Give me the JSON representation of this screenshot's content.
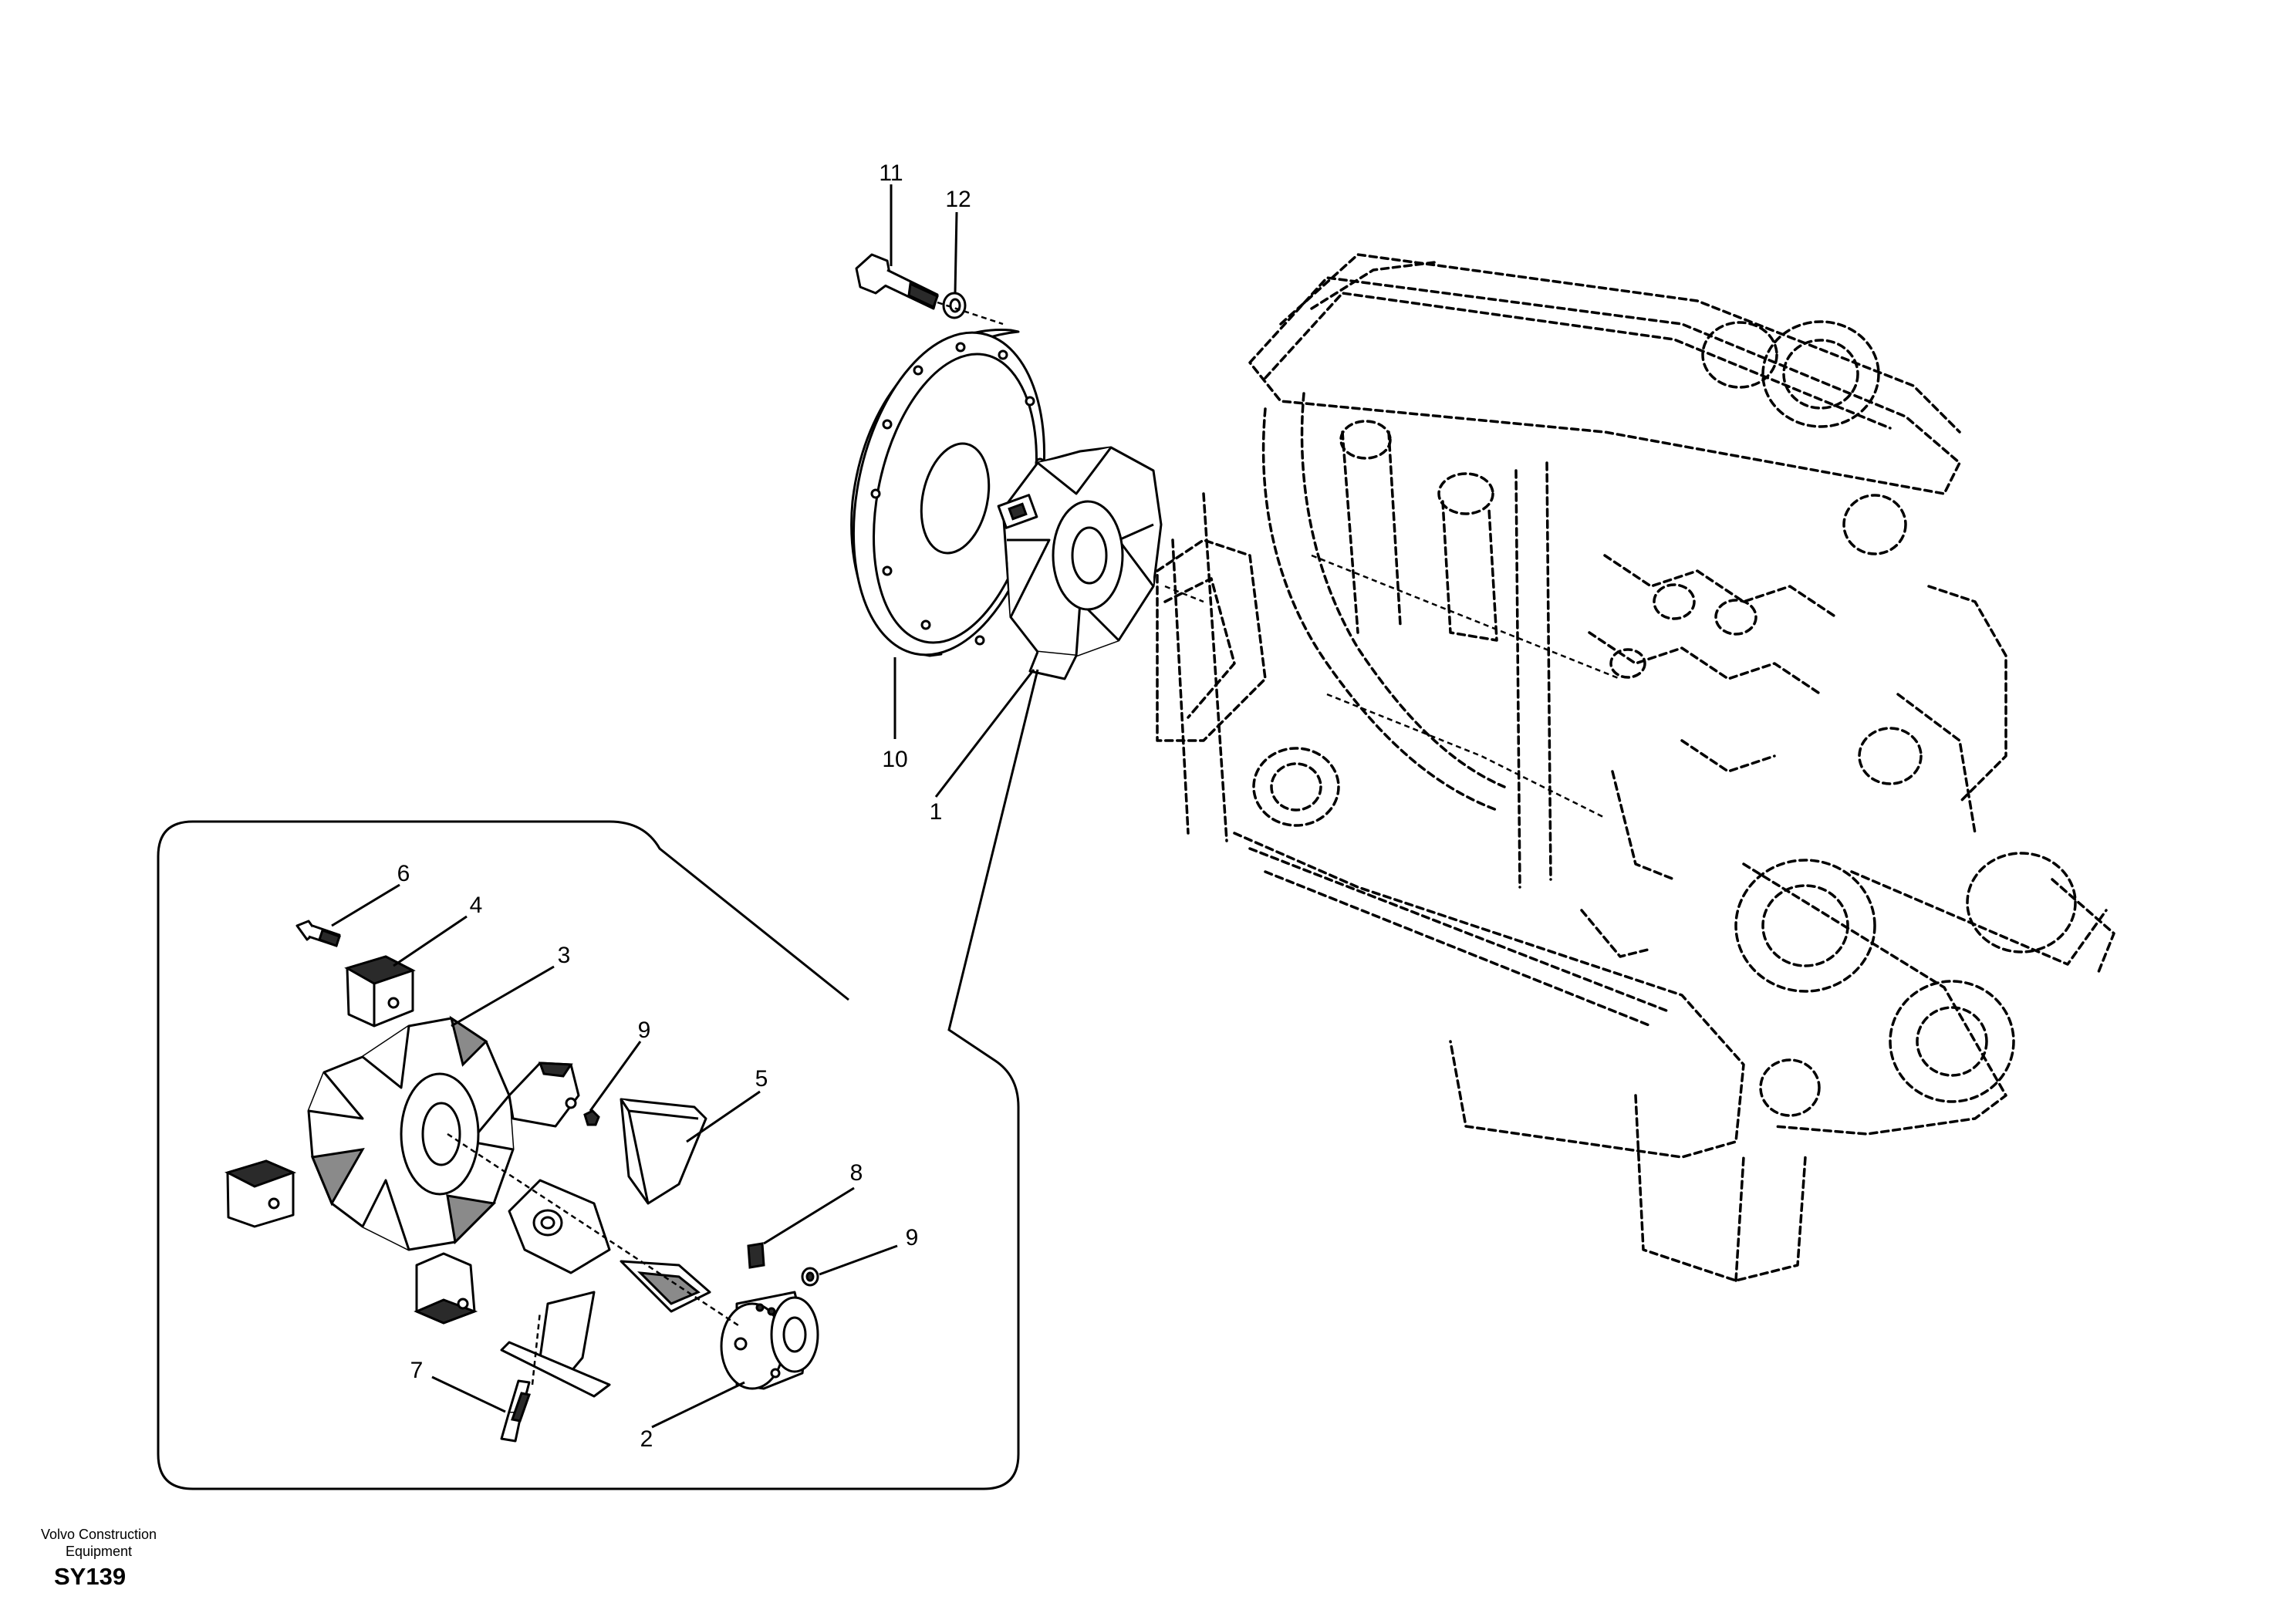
{
  "callouts": {
    "c1": "1",
    "c2": "2",
    "c3": "3",
    "c4": "4",
    "c5": "5",
    "c6": "6",
    "c7": "7",
    "c8": "8",
    "c9a": "9",
    "c9b": "9",
    "c10": "10",
    "c11": "11",
    "c12": "12"
  },
  "footer": {
    "brand_line1": "Volvo Construction",
    "brand_line2": "Equipment",
    "code": "SY139"
  }
}
